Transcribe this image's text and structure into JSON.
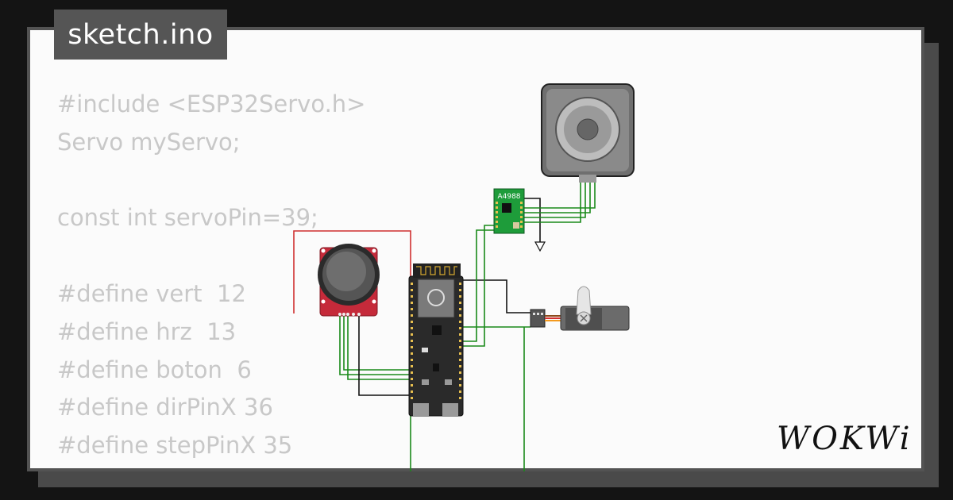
{
  "tab": {
    "filename": "sketch.ino"
  },
  "code_lines": [
    "#include <ESP32Servo.h>",
    "Servo myServo;",
    "",
    "const int servoPin=39;",
    "",
    "#define vert  12",
    "#define hrz  13",
    "#define boton  6",
    "#define dirPinX 36",
    "#define stepPinX 35"
  ],
  "driver_label": "A4988",
  "brand": "WOKWi",
  "colors": {
    "background": "#141414",
    "card": "#fbfbfb",
    "wire_green": "#1a8a1a",
    "wire_black": "#111111",
    "joystick_red": "#cc2a2a"
  }
}
